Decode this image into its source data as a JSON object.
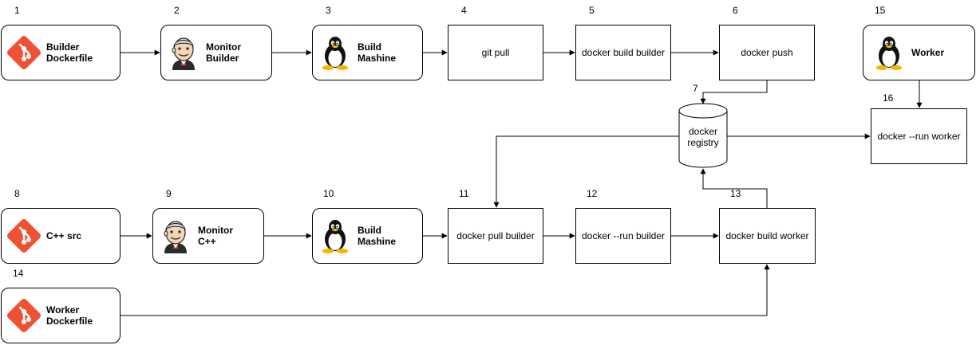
{
  "nodes": {
    "n1": {
      "num": "1",
      "label": "Builder\nDockerfile",
      "icon": "git-icon"
    },
    "n2": {
      "num": "2",
      "label": "Monitor\nBuilder",
      "icon": "jenkins-icon"
    },
    "n3": {
      "num": "3",
      "label": "Build Mashine",
      "icon": "linux-tux-icon"
    },
    "n4": {
      "num": "4",
      "label": "git pull"
    },
    "n5": {
      "num": "5",
      "label": "docker build builder"
    },
    "n6": {
      "num": "6",
      "label": "docker push"
    },
    "n7": {
      "num": "7",
      "label": "docker\nregistry"
    },
    "n8": {
      "num": "8",
      "label": "C++ src",
      "icon": "git-icon"
    },
    "n9": {
      "num": "9",
      "label": "Monitor\nC++",
      "icon": "jenkins-icon"
    },
    "n10": {
      "num": "10",
      "label": "Build Mashine",
      "icon": "linux-tux-icon"
    },
    "n11": {
      "num": "11",
      "label": "docker pull builder"
    },
    "n12": {
      "num": "12",
      "label": "docker --run builder"
    },
    "n13": {
      "num": "13",
      "label": "docker build worker"
    },
    "n14": {
      "num": "14",
      "label": "Worker\nDockerfile",
      "icon": "git-icon"
    },
    "n15": {
      "num": "15",
      "label": "Worker",
      "icon": "linux-tux-icon"
    },
    "n16": {
      "num": "16",
      "label": "docker --run worker"
    }
  },
  "edges": [
    {
      "from": "n1",
      "to": "n2"
    },
    {
      "from": "n2",
      "to": "n3"
    },
    {
      "from": "n3",
      "to": "n4"
    },
    {
      "from": "n4",
      "to": "n5"
    },
    {
      "from": "n5",
      "to": "n6"
    },
    {
      "from": "n6",
      "to": "n7"
    },
    {
      "from": "n7",
      "to": "n11"
    },
    {
      "from": "n7",
      "to": "n16"
    },
    {
      "from": "n15",
      "to": "n16"
    },
    {
      "from": "n8",
      "to": "n9"
    },
    {
      "from": "n9",
      "to": "n10"
    },
    {
      "from": "n10",
      "to": "n11"
    },
    {
      "from": "n11",
      "to": "n12"
    },
    {
      "from": "n12",
      "to": "n13"
    },
    {
      "from": "n13",
      "to": "n7"
    },
    {
      "from": "n14",
      "to": "n13"
    }
  ],
  "colors": {
    "git": "#f05033",
    "stroke": "#000000"
  }
}
